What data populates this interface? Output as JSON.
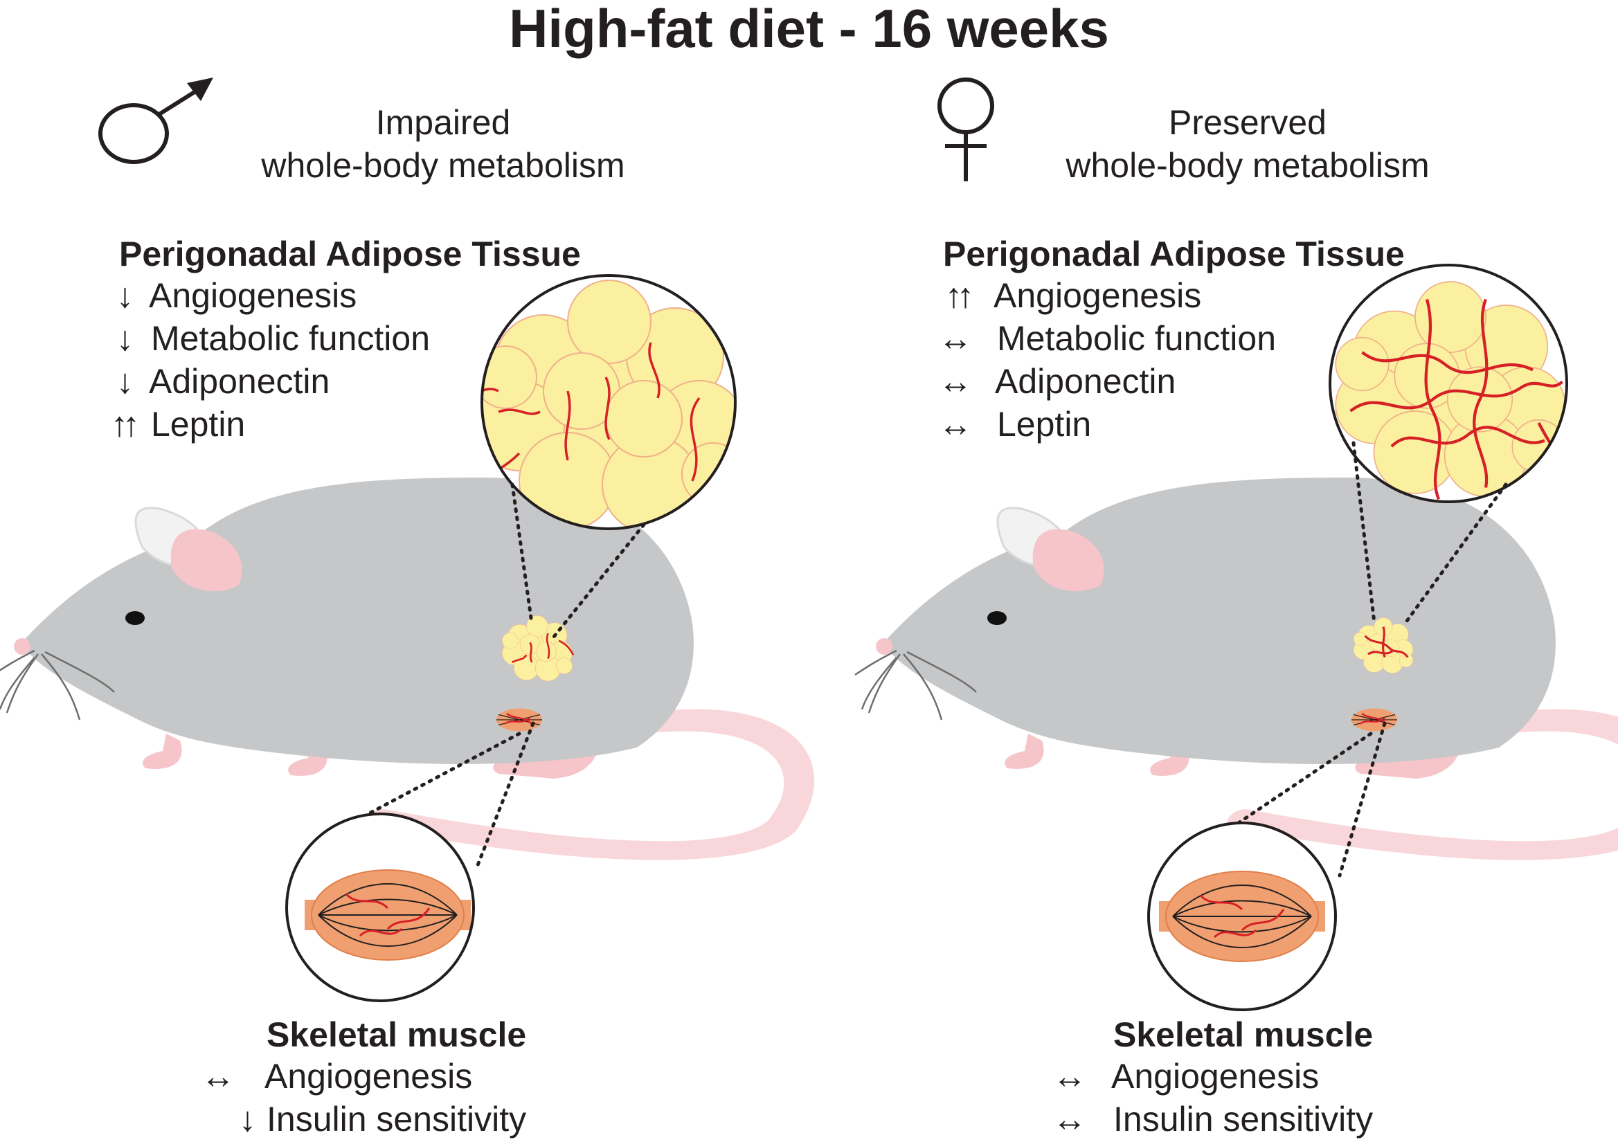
{
  "title": "High-fat diet - 16 weeks",
  "male": {
    "symbol_icon": "male-symbol-icon",
    "summary_line1": "Impaired",
    "summary_line2": "whole-body metabolism",
    "adipose": {
      "header": "Perigonadal Adipose Tissue",
      "items": [
        {
          "arrow": "↓",
          "arrow_icon": "down-arrow-icon",
          "label": "Angiogenesis"
        },
        {
          "arrow": "↓",
          "arrow_icon": "down-arrow-icon",
          "label": "Metabolic function"
        },
        {
          "arrow": "↓",
          "arrow_icon": "down-arrow-icon",
          "label": "Adiponectin"
        },
        {
          "arrow": "↑↑",
          "arrow_icon": "double-up-arrow-icon",
          "label": "Leptin"
        }
      ]
    },
    "muscle": {
      "header": "Skeletal muscle",
      "items": [
        {
          "arrow": "↔",
          "arrow_icon": "left-right-arrow-icon",
          "label": "Angiogenesis"
        },
        {
          "arrow": "↓",
          "arrow_icon": "down-arrow-icon",
          "label": "Insulin sensitivity"
        }
      ]
    }
  },
  "female": {
    "symbol_icon": "female-symbol-icon",
    "summary_line1": "Preserved",
    "summary_line2": "whole-body metabolism",
    "adipose": {
      "header": "Perigonadal Adipose Tissue",
      "items": [
        {
          "arrow": "↑↑",
          "arrow_icon": "double-up-arrow-icon",
          "label": "Angiogenesis"
        },
        {
          "arrow": "↔",
          "arrow_icon": "left-right-arrow-icon",
          "label": "Metabolic function"
        },
        {
          "arrow": "↔",
          "arrow_icon": "left-right-arrow-icon",
          "label": "Adiponectin"
        },
        {
          "arrow": "↔",
          "arrow_icon": "left-right-arrow-icon",
          "label": "Leptin"
        }
      ]
    },
    "muscle": {
      "header": "Skeletal muscle",
      "items": [
        {
          "arrow": "↔",
          "arrow_icon": "left-right-arrow-icon",
          "label": "Angiogenesis"
        },
        {
          "arrow": "↔",
          "arrow_icon": "left-right-arrow-icon",
          "label": "Insulin sensitivity"
        }
      ]
    }
  },
  "colors": {
    "mouse_body": "#c6c7c9",
    "mouse_pink": "#f6c5c9",
    "fat_cell": "#fbf0a0",
    "fat_outline": "#f0b08a",
    "vessel": "#d71f26",
    "muscle": "#f0a070",
    "ink": "#231f20"
  }
}
